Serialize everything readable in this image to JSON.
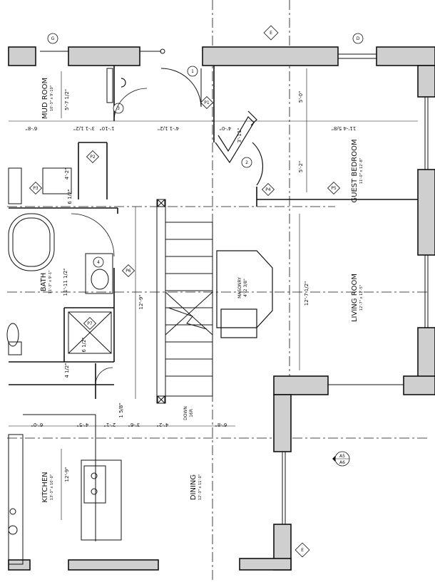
{
  "rooms": {
    "mud_room": {
      "name": "MUD ROOM",
      "size": "10'-3\" x 9'-10\"",
      "dim": "5'-7 1/2\""
    },
    "guest_bedroom": {
      "name": "GUEST BEDROOM",
      "size": "11'-0\" x 12'-8\""
    },
    "bath": {
      "name": "BATH",
      "size": "11'-3\" x 9'-1\"",
      "dim": "11'-11 1/2\""
    },
    "living_room": {
      "name": "LIVING ROOM",
      "size": "12'-7\" x 12'-5\"",
      "dim": "12'-7 1/2\""
    },
    "kitchen": {
      "name": "KITCHEN",
      "size": "13'-3\" x 10'-0\"",
      "dim": "12'-9\""
    },
    "dining": {
      "name": "DINING",
      "size": "12'-3\" x 11'-0\""
    }
  },
  "labels": {
    "masonry": "MASONRY",
    "masonry_size": "4'-2 3/8\"",
    "down": "DOWN",
    "down_count": "16R"
  },
  "dimensions": {
    "top_row": [
      "6'-8\"",
      "3'-1 1/2\"",
      "1'-10\"",
      "4'-1 1/2\"",
      "4'-0\"",
      "11'-4 5/8\""
    ],
    "bottom_row": [
      "6'-0\"",
      "4'-5\"",
      "2'-1\"",
      "3'-6\"",
      "4'-2\"",
      "6'-8\""
    ],
    "guest_top": "5'-0\"",
    "guest_bottom": "5'-2\"",
    "stair": "12'-9\"",
    "misc": [
      "4'-2\"",
      "6 1/2\"",
      "4 1/2\"",
      "6 1/2\"",
      "3'-11\"",
      "1 5/8\""
    ]
  },
  "tags": {
    "grid": [
      "E",
      "G",
      "D",
      "1",
      "2",
      "3",
      "4"
    ],
    "doors": [
      "P1",
      "P2",
      "P3",
      "P4",
      "P5",
      "P6",
      "P7"
    ],
    "section": [
      "A5",
      "A6"
    ]
  }
}
